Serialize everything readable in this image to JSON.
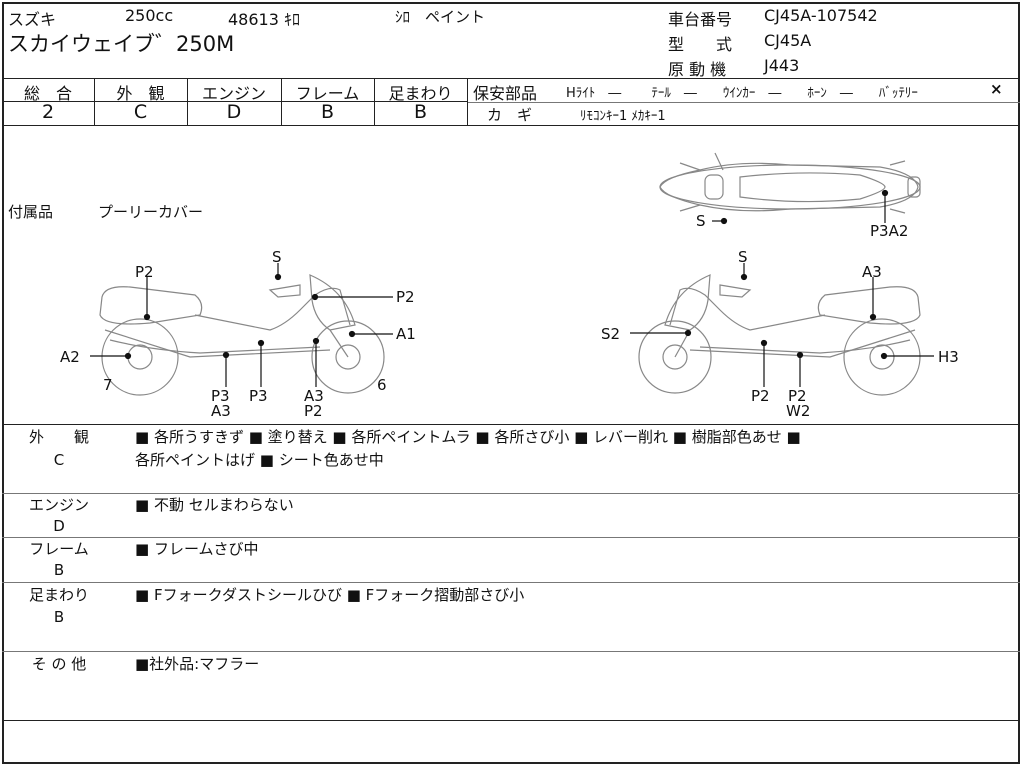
{
  "header": {
    "maker": "スズキ",
    "displacement": "250cc",
    "mileage": "48613 ｷﾛ",
    "color": "ｼﾛ　ペイント",
    "model_name": "スカイウェイブ゛250M",
    "chassis_label": "車台番号",
    "chassis_value": "CJ45A-107542",
    "type_label": "型　　式",
    "type_value": "CJ45A",
    "engine_label": "原 動 機",
    "engine_value": "J443"
  },
  "grades": {
    "headers": [
      "総　合",
      "外　観",
      "エンジン",
      "フレーム",
      "足まわり"
    ],
    "values": [
      "2",
      "C",
      "D",
      "B",
      "B"
    ]
  },
  "safety": {
    "label": "保安部品",
    "items": "Hﾗｲﾄ　―　　 ﾃｰﾙ　―　　ｳｲﾝｶｰ　―　　ﾎｰﾝ　―　　ﾊﾞｯﾃﾘｰ",
    "battery_mark": "×"
  },
  "keys": {
    "label": "カ　ギ",
    "value": "ﾘﾓｺﾝｷｰ1  ﾒｶｷｰ1"
  },
  "accessories": {
    "label": "付属品",
    "value": "プーリーカバー"
  },
  "diagram": {
    "top": {
      "s": "S",
      "p3a2": "P3A2"
    },
    "left": {
      "s": "S",
      "p2_top": "P2",
      "p2_right": "P2",
      "a1": "A1",
      "a2": "A2",
      "seven": "7",
      "six": "6",
      "p3_a": "P3",
      "a3_a": "A3",
      "p3_b": "P3",
      "a3_b": "A3",
      "p2_b": "P2"
    },
    "right": {
      "s": "S",
      "a3": "A3",
      "s2": "S2",
      "h3": "H3",
      "p2_a": "P2",
      "p2_b": "P2",
      "w2": "W2"
    }
  },
  "notes": {
    "exterior_label": "外　　観",
    "exterior_grade": "C",
    "exterior_line1": "■ 各所うすきず ■ 塗り替え ■ 各所ペイントムラ ■ 各所さび小 ■ レバー削れ ■ 樹脂部色あせ ■",
    "exterior_line2": "各所ペイントはげ ■ シート色あせ中",
    "engine_label": "エンジン",
    "engine_grade": "D",
    "engine_text": "■ 不動 セルまわらない",
    "frame_label": "フレーム",
    "frame_grade": "B",
    "frame_text": "■ フレームさび中",
    "suspension_label": "足まわり",
    "suspension_grade": "B",
    "suspension_text": "■ Fフォークダストシールひび ■ Fフォーク摺動部さび小",
    "other_label": "そ の 他",
    "other_text": "■社外品:マフラー"
  }
}
